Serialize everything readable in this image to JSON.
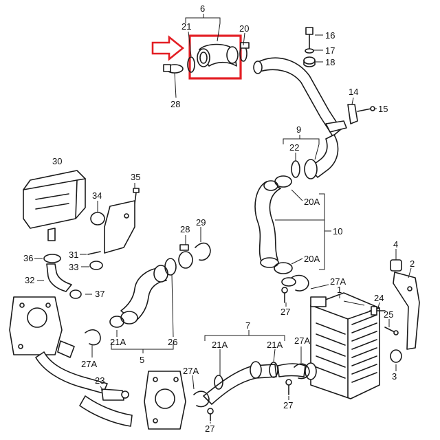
{
  "highlight_color": "#e31e24",
  "labels": {
    "l6": "6",
    "l21": "21",
    "l20": "20",
    "l16": "16",
    "l17": "17",
    "l18": "18",
    "l28a": "28",
    "l14": "14",
    "l15": "15",
    "l9": "9",
    "l22": "22",
    "l30": "30",
    "l35": "35",
    "l34": "34",
    "l20A_1": "20A",
    "l10": "10",
    "l28b": "28",
    "l29": "29",
    "l20A_2": "20A",
    "l36": "36",
    "l31": "31",
    "l33": "33",
    "l4": "4",
    "l2": "2",
    "l27A_1": "27A",
    "l32": "32",
    "l37": "37",
    "l27_1": "27",
    "l1": "1",
    "l24": "24",
    "l25": "25",
    "l21A_1": "21A",
    "l26": "26",
    "l7": "7",
    "l21A_2": "21A",
    "l21A_3": "21A",
    "l27A_2": "27A",
    "l27A_3": "27A",
    "l5": "5",
    "l27A_4": "27A",
    "l23": "23",
    "l27_2": "27",
    "l27_3": "27",
    "l3": "3"
  }
}
